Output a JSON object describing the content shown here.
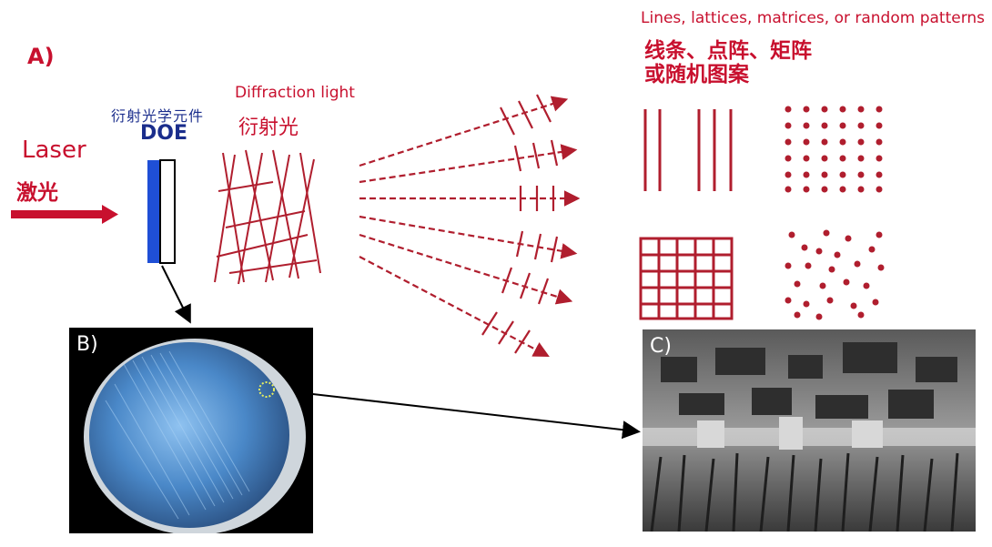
{
  "labels": {
    "panel_a": "A)",
    "laser_en": "Laser",
    "laser_zh": "激光",
    "doe_zh": "衍射光学元件",
    "doe_en": "DOE",
    "diffraction_en": "Diffraction light",
    "diffraction_zh": "衍射光",
    "patterns_en": "Lines, lattices, matrices, or random patterns",
    "patterns_zh_line1": "线条、点阵、矩阵",
    "patterns_zh_line2": "或随机图案",
    "panel_b": "B)",
    "panel_c": "C)"
  },
  "colors": {
    "accent_red": "#c8102e",
    "doe_blue": "#1f4fd6",
    "label_blue": "#1a2d8c"
  }
}
